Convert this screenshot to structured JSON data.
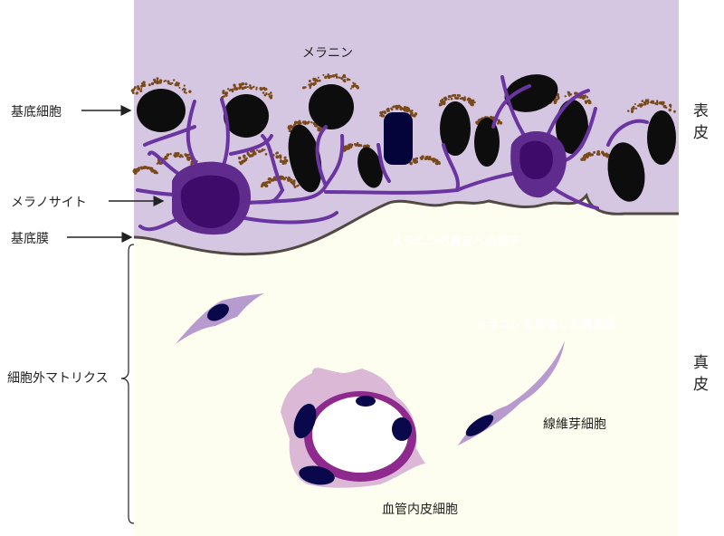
{
  "labels": {
    "melanin": "メラニン",
    "basal_cell": "基底細胞",
    "melanocyte": "メラノサイト",
    "basement_membrane": "基底膜",
    "extracellular_matrix": "細胞外マトリクス",
    "fibroblast": "線維芽細胞",
    "endothelial_cell": "血管内皮細胞",
    "melanin_drop": "メラニンの真皮への落下",
    "melanophage": "メラニンを貪食した貪食球"
  },
  "layers": {
    "epidermis": [
      "表",
      "皮"
    ],
    "dermis": [
      "真",
      "皮"
    ]
  },
  "colors": {
    "epidermis": "#d5c6e2",
    "dermis": "#fefef0",
    "keratinocyte": "#0d0d0d",
    "melanocyte": "#5f2b8c",
    "melanocyte_nucleus": "#3e0b6b",
    "melanin": "#7a4a1a",
    "membrane": "#524942",
    "nucleus": "#08084a",
    "fibroblast": "#b79bcf",
    "vessel_wall": "#dbb9d6",
    "endothelium": "#8e2a8e"
  }
}
